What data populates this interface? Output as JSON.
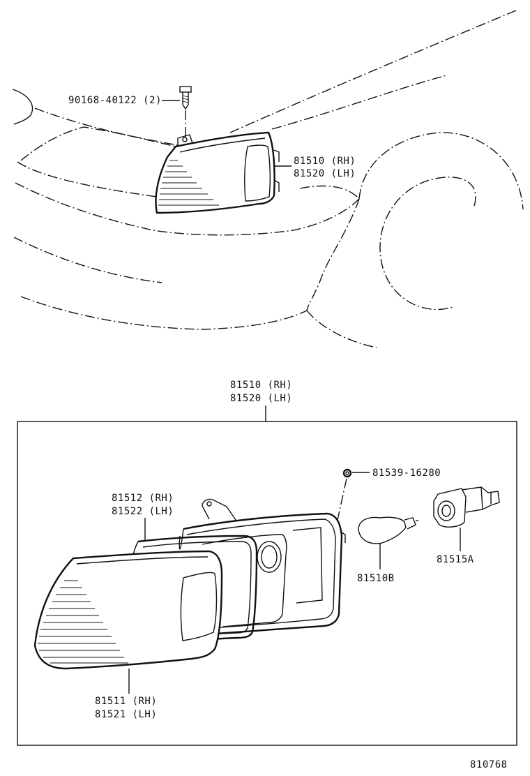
{
  "colors": {
    "ink": "#111111",
    "paper": "#ffffff"
  },
  "labels": {
    "screw": "90168-40122 (2)",
    "assy_top_rh": "81510 (RH)",
    "assy_top_lh": "81520 (LH)",
    "assy_box_rh": "81510 (RH)",
    "assy_box_lh": "81520 (LH)",
    "nut": "81539-16280",
    "housing_rh": "81512 (RH)",
    "housing_lh": "81522 (LH)",
    "bulb": "81510B",
    "socket": "81515A",
    "lens_rh": "81511 (RH)",
    "lens_lh": "81521 (LH)",
    "figure_no": "810768"
  }
}
